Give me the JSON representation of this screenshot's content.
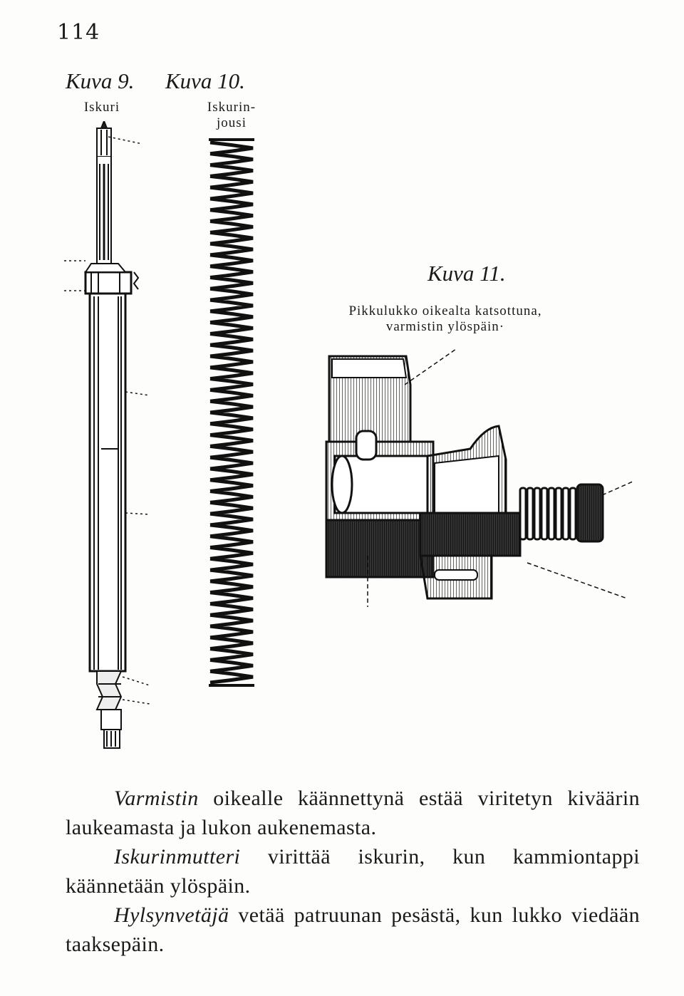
{
  "page_number": "114",
  "figures": {
    "fig9": {
      "title": "Kuva 9.",
      "subtitle": "Iskuri",
      "icon": "firing-pin-illustration"
    },
    "fig10": {
      "title": "Kuva 10.",
      "subtitle": "Iskurin-\njousi",
      "icon": "spring-illustration"
    },
    "fig11": {
      "title": "Kuva 11.",
      "subtitle_line1": "Pikkulukko oikealta katsottuna,",
      "subtitle_line2": "varmistin ylöspäin·",
      "icon": "bolt-head-illustration"
    }
  },
  "text": {
    "p1_lead": "Varmistin",
    "p1_rest": " oikealle käännettynä estää viritetyn kiväärin laukeamasta ja lukon aukenemasta.",
    "p2_lead": "Iskurinmutteri",
    "p2_rest": " virittää iskurin, kun kammiontappi käännetään ylöspäin.",
    "p3_lead": "Hylsynvetäjä",
    "p3_rest": " vetää patruunan pesästä, kun lukko viedään taaksepäin."
  }
}
